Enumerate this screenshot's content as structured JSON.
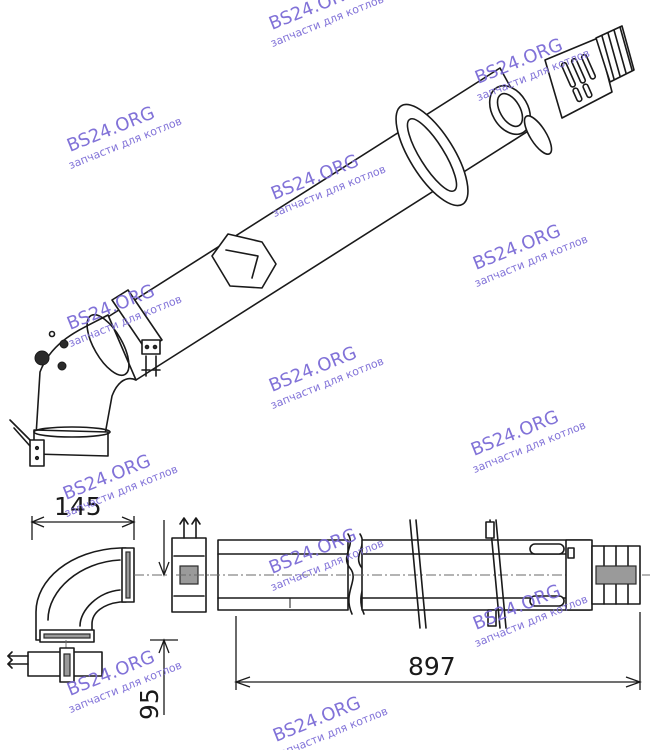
{
  "dimensions": {
    "elbow_width": "145",
    "elbow_height": "95",
    "pipe_length": "897"
  },
  "watermark": {
    "brand": "BS24.ORG",
    "tagline": "запчасти для котлов"
  },
  "colors": {
    "line": "#1a1a1a",
    "watermark": "#7b6bd6",
    "shade": "#9a9a9a"
  }
}
